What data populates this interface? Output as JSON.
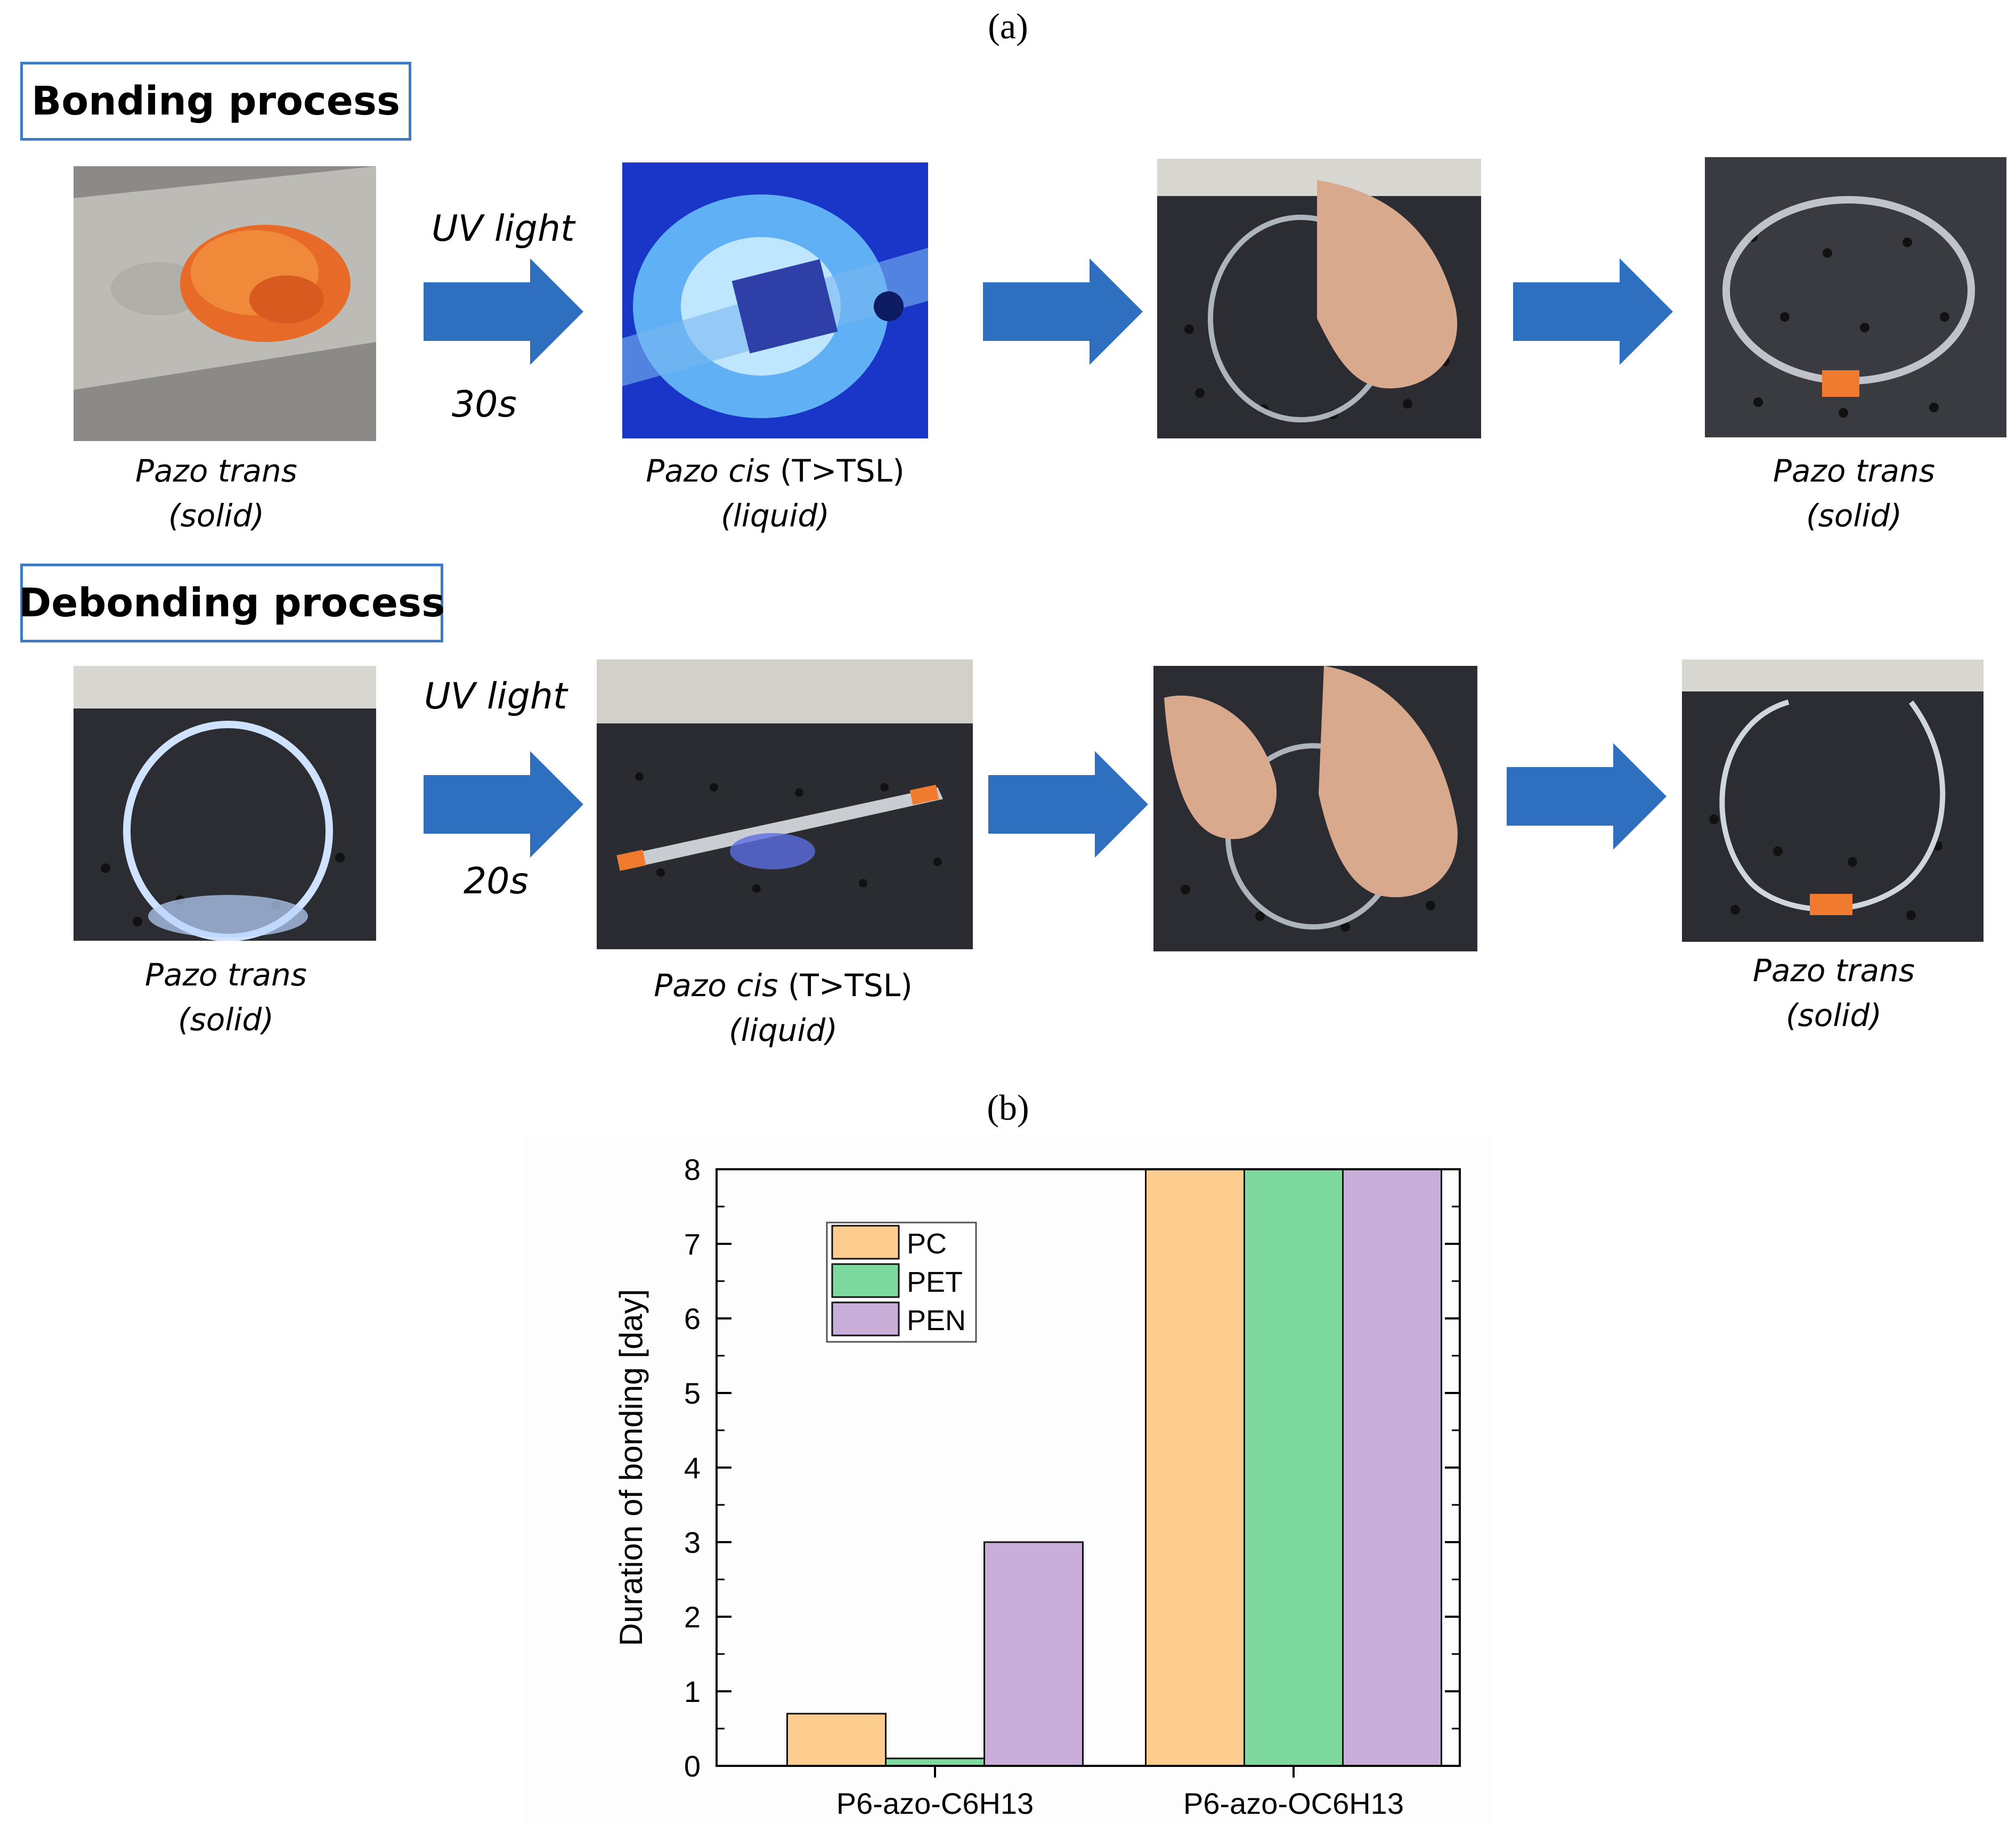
{
  "panels": {
    "a": "(a)",
    "b": "(b)"
  },
  "bonding": {
    "title": "Bonding process",
    "uv_label": "UV light",
    "time_label": "30s",
    "caption1": {
      "name": "Pazo trans",
      "state": "(solid)"
    },
    "caption2": {
      "name": "Pazo cis",
      "cond": " (T>TSL)",
      "state": "(liquid)"
    },
    "caption4": {
      "name": "Pazo trans",
      "state": "(solid)"
    }
  },
  "debonding": {
    "title": "Debonding process",
    "uv_label": "UV light",
    "time_label": "20s",
    "caption1": {
      "name": "Pazo trans",
      "state": "(solid)"
    },
    "caption2": {
      "name": "Pazo cis",
      "cond": " (T>TSL)",
      "state": "(liquid)"
    },
    "caption4": {
      "name": "Pazo trans",
      "state": "(solid)"
    }
  },
  "colors": {
    "arrow": "#2f6fbf",
    "frame": "#3d7cc4",
    "pc": "#fdcc8f",
    "pet": "#7dd99d",
    "pen": "#c8aed9"
  },
  "chart_data": {
    "type": "bar",
    "categories": [
      "P6-azo-C6H13",
      "P6-azo-OC6H13"
    ],
    "series": [
      {
        "name": "PC",
        "values": [
          0.7,
          8
        ]
      },
      {
        "name": "PET",
        "values": [
          0.1,
          8
        ]
      },
      {
        "name": "PEN",
        "values": [
          3,
          8
        ]
      }
    ],
    "ylabel": "Duration of bonding [day]",
    "xlabel": "",
    "ylim": [
      0,
      8
    ],
    "yticks": [
      0,
      1,
      2,
      3,
      4,
      5,
      6,
      7,
      8
    ],
    "legend": "top-left",
    "grid": false
  }
}
